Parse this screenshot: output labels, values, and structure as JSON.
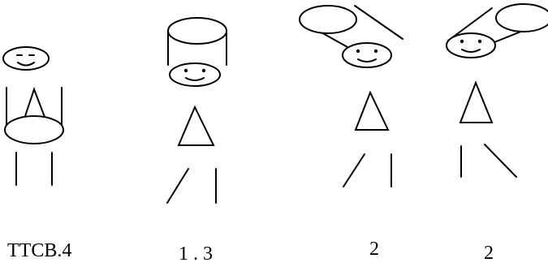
{
  "labels": {
    "fig1": "TTCB.4",
    "fig2": "1 . 3",
    "fig3": "2",
    "fig4": "2"
  },
  "colors": {
    "stroke": "#000000",
    "background": "#ffffff"
  }
}
